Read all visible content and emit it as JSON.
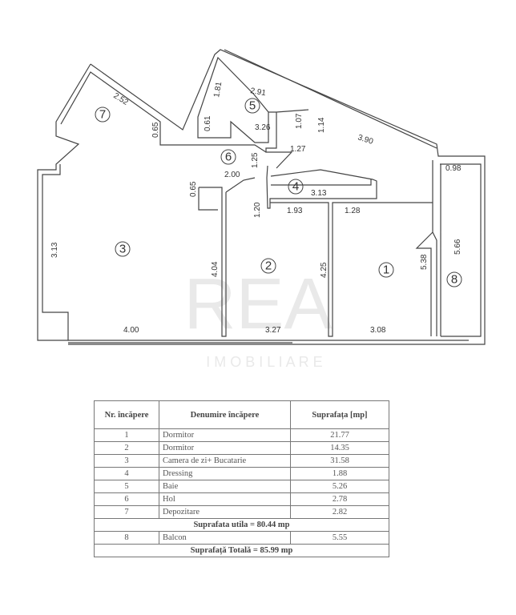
{
  "watermark": {
    "brand": "REA",
    "sub": "I M O B I L I A R E"
  },
  "rooms": [
    {
      "no": "1",
      "name": "Dormitor",
      "area": "21.77"
    },
    {
      "no": "2",
      "name": "Dormitor",
      "area": "14.35"
    },
    {
      "no": "3",
      "name": "Camera de zi+ Bucatarie",
      "area": "31.58"
    },
    {
      "no": "4",
      "name": "Dressing",
      "area": "1.88"
    },
    {
      "no": "5",
      "name": "Baie",
      "area": "5.26"
    },
    {
      "no": "6",
      "name": "Hol",
      "area": "2.78"
    },
    {
      "no": "7",
      "name": "Depozitare",
      "area": "2.82"
    }
  ],
  "balcony": {
    "no": "8",
    "name": "Balcon",
    "area": "5.55"
  },
  "table": {
    "header_no": "Nr. încăpere",
    "header_name": "Denumire încăpere",
    "header_area": "Suprafața [mp]",
    "usable": "Suprafata utila = 80.44 mp",
    "total": "Suprafață Totală =  85.99 mp"
  },
  "dimensions": {
    "d252": "2.52",
    "d065a": "0.65",
    "d181": "1.81",
    "d291": "2.91",
    "d061": "0.61",
    "d326": "3.26",
    "d107": "1.07",
    "d114": "1.14",
    "d390": "3.90",
    "d127": "1.27",
    "d125": "1.25",
    "d200": "2.00",
    "d065b": "0.65",
    "d313a": "3.13",
    "d313b": "3.13",
    "d120": "1.20",
    "d193": "1.93",
    "d128": "1.28",
    "d098": "0.98",
    "d538": "5.38",
    "d566": "5.66",
    "d404": "4.04",
    "d425": "4.25",
    "d400": "4.00",
    "d327": "3.27",
    "d308": "3.08"
  }
}
